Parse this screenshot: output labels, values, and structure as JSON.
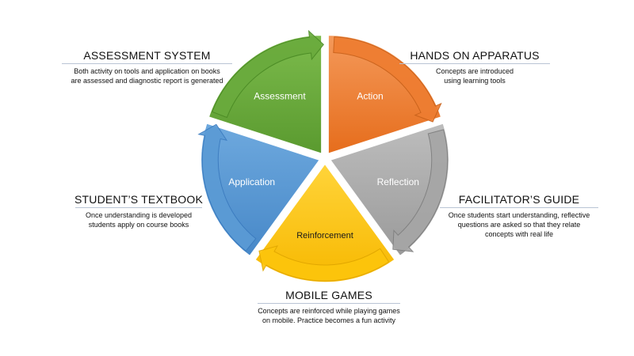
{
  "segments": [
    {
      "key": "action",
      "label": "Action",
      "color": "#ee7d31",
      "dark": "#c8611a",
      "text": "light"
    },
    {
      "key": "reflection",
      "label": "Reflection",
      "color": "#a6a6a6",
      "dark": "#7e7e7e",
      "text": "light"
    },
    {
      "key": "reinforcement",
      "label": "Reinforcement",
      "color": "#fdc50c",
      "dark": "#e0a600",
      "text": "dark"
    },
    {
      "key": "application",
      "label": "Application",
      "color": "#5b9bd5",
      "dark": "#3b7bbf",
      "text": "light"
    },
    {
      "key": "assessment",
      "label": "Assessment",
      "color": "#6aab3d",
      "dark": "#4a8a24",
      "text": "light"
    }
  ],
  "callouts": {
    "hands_on": {
      "title": "HANDS ON APPARATUS",
      "desc": "Concepts are introduced\nusing learning tools"
    },
    "facilitator": {
      "title": "FACILITATOR’S GUIDE",
      "desc": "Once students start understanding, reflective\nquestions are asked so that they relate\nconcepts with real life"
    },
    "mobile": {
      "title": "MOBILE GAMES",
      "desc": "Concepts are reinforced while playing games\non mobile. Practice becomes a fun activity"
    },
    "textbook": {
      "title": "STUDENT’S TEXTBOOK",
      "desc": "Once understanding is developed\nstudents apply on course books"
    },
    "assessment": {
      "title": "ASSESSMENT SYSTEM",
      "desc": "Both activity on tools and application on books\nare assessed and diagnostic report is generated"
    }
  }
}
